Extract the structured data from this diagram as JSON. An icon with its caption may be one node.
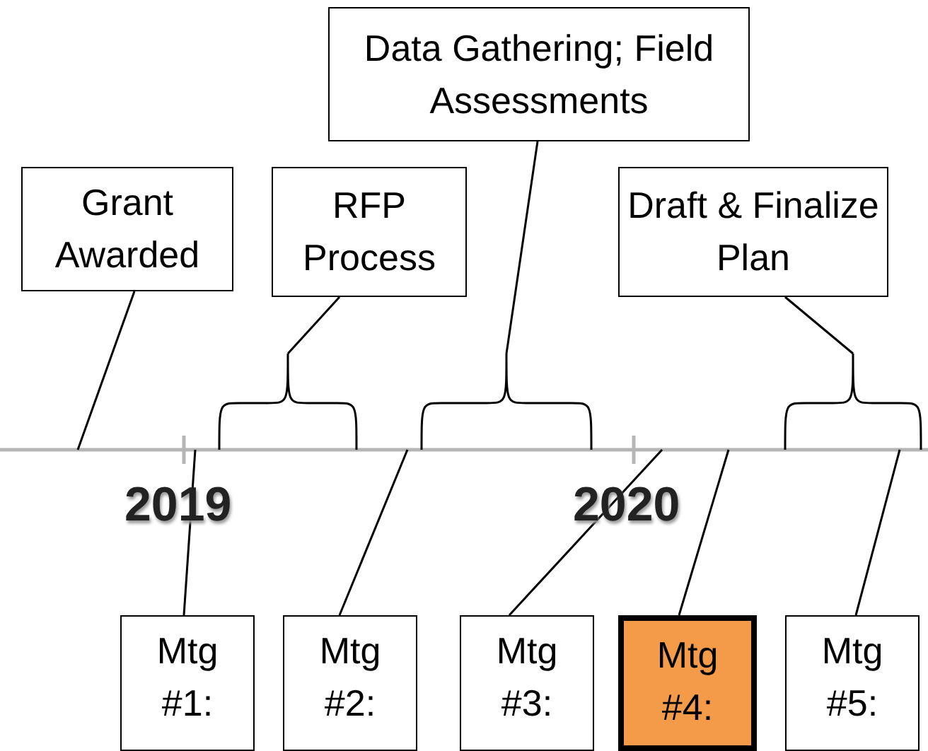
{
  "diagram": {
    "nodes": [
      {
        "text": [
          "Grant Awarded"
        ]
      },
      {
        "text": [
          "RFP Process"
        ]
      },
      {
        "text": [
          "Data Gathering; Field Assessments"
        ]
      },
      {
        "text": [
          "Draft & Finalize Plan"
        ]
      },
      {
        "text": [
          "Mtg #1:"
        ]
      },
      {
        "text": [
          "Mtg #2:"
        ]
      },
      {
        "text": [
          "Mtg #3:"
        ]
      },
      {
        "text": [
          "Mtg #4:"
        ]
      },
      {
        "text": [
          "Mtg #5:"
        ]
      },
      {
        "text": [],
        "shape": "line"
      },
      {
        "text": [],
        "shape": "brace"
      },
      {
        "text": [],
        "shape": "brace"
      },
      {
        "text": [],
        "shape": "brace"
      }
    ],
    "edges": [
      {
        "from": 0,
        "to": 9,
        "arrow": "none"
      },
      {
        "from": 1,
        "to": 10,
        "arrow": "none"
      },
      {
        "from": 2,
        "to": 11,
        "arrow": "none"
      },
      {
        "from": 3,
        "to": 12,
        "arrow": "none"
      },
      {
        "from": 4,
        "to": 9,
        "arrow": "none"
      },
      {
        "from": 5,
        "to": 9,
        "arrow": "none"
      },
      {
        "from": 6,
        "to": 9,
        "arrow": "none"
      },
      {
        "from": 7,
        "to": 9,
        "arrow": "none"
      },
      {
        "from": 8,
        "to": 9,
        "arrow": "none"
      }
    ],
    "labels": [
      "2019",
      "2020"
    ]
  }
}
